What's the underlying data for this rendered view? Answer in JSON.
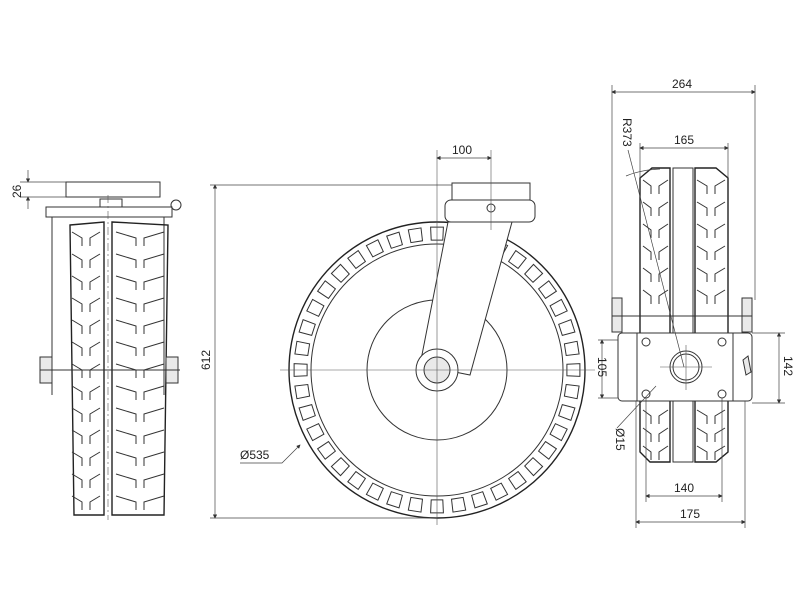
{
  "drawing": {
    "title": "Swivel caster technical drawing",
    "dimensions": {
      "plate_height": "26",
      "overall_height": "612",
      "offset": "100",
      "wheel_diameter": "Ø535",
      "overall_width": "264",
      "swivel_radius": "R373",
      "wheel_width": "165",
      "bolt_spacing_y": "105",
      "plate_length": "142",
      "bolt_hole": "Ø15",
      "bolt_spacing_x": "140",
      "plate_width": "175"
    },
    "colors": {
      "line": "#333333",
      "background": "#ffffff"
    }
  }
}
